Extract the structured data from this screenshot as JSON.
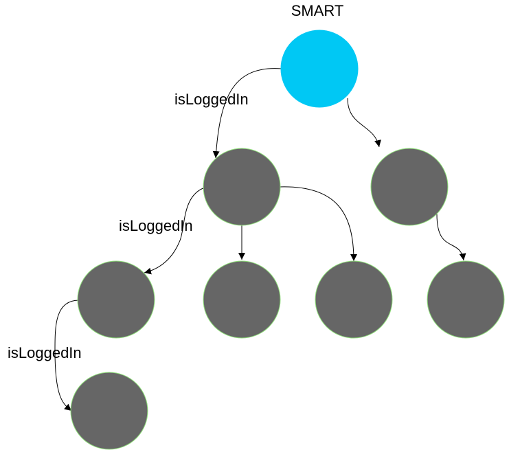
{
  "diagram": {
    "root_label": "SMART",
    "edge_labels": {
      "root_to_child1": "isLoggedIn",
      "child1_to_grandchild1": "isLoggedIn",
      "grandchild1_to_leaf": "isLoggedIn"
    },
    "colors": {
      "root_fill": "#00c8f4",
      "node_fill": "#666666",
      "node_stroke": "#8fe07a",
      "edge": "#000000"
    }
  }
}
